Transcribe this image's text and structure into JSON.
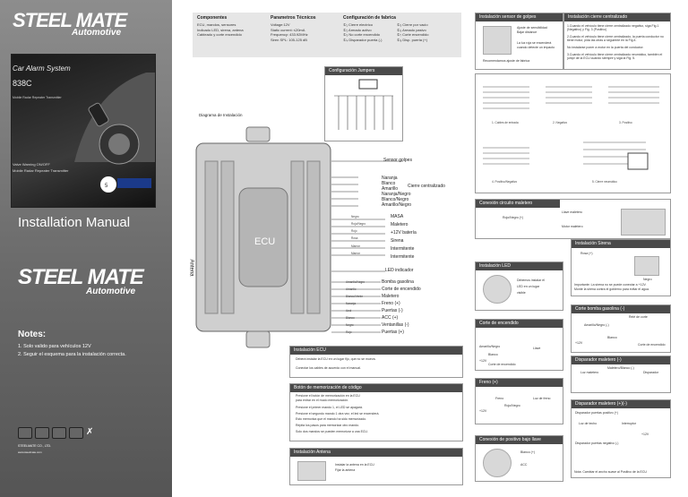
{
  "brand": {
    "name": "STEEL MATE",
    "sub": "Automotive"
  },
  "product": {
    "title": "Car Alarm System",
    "model": "838C",
    "subtitle": "Mobile Radar Repeater Transmitter",
    "feature1": "Valve Warning ON/OFF",
    "feature2": "Mobile Radar Repeater Transmitter"
  },
  "manual_title": "Installation Manual",
  "notes": {
    "title": "Notes:",
    "items": [
      "1. Solo valido para vehículos 12V",
      "2. Seguir el esquema para la instalación correcta."
    ]
  },
  "company": {
    "name": "STEELMATE CO., LTD.",
    "web": "www.steelmate.com"
  },
  "specs": {
    "components_title": "Componentes",
    "components": [
      "ECU, mandos, sensores",
      "Indicado LED, sirena, antena",
      "Cableado y corte encendido"
    ],
    "params_title": "Parametros Técnicos",
    "params": [
      "Voltage:12V",
      "Static current: ≤20mA",
      "Frequency: 433.92MHz",
      "Siren SPL: 105-125 dB"
    ],
    "config_title": "Configuración de fabrica",
    "config": [
      "①₁ Cierre electrico",
      "①₂ Armado activo",
      "①₃ No corte encendido",
      "①₄ Disparador puerta (-)",
      "①₅ Cierre por vacio",
      "①₆ Armado pasivo",
      "①₇ Corte encendido",
      "①₈ Disp. puerta (+)"
    ]
  },
  "jumper_title": "Configuración Jumpers",
  "diagram_title": "Diagrama de Instalación",
  "ecu_label": "ECU",
  "antenna_label": "Antena",
  "sensor_label": "Sensor golpes",
  "central_label": "Cierre centralizado",
  "wires_central": [
    "Naranja",
    "Blanco",
    "Amarillo",
    "Naranja/Negro",
    "Blanco/Negro",
    "Amarillo/Negro"
  ],
  "wires_power": [
    "Negro",
    "Rojo/Negro",
    "Rojo",
    "Rosa",
    "Marron",
    "Marron"
  ],
  "labels_power": [
    "MASA",
    "Maletero",
    "+12V batería",
    "Sirena",
    "Intermitente",
    "Intermitente"
  ],
  "led_label": "LED indicador",
  "wires_ign": [
    "Amarillo/Negro",
    "Amarillo",
    "Blanco/Verde",
    "Naranja",
    "Azul",
    "Blanco",
    "Negro",
    "Rojo"
  ],
  "labels_ign": [
    "Bomba gasolina",
    "Corte de encendido",
    "Maletero",
    "Freno (+)",
    "Puertas (-)",
    "ACC (+)",
    "Ventanillas (-)",
    "Puertas (+)"
  ],
  "panels": {
    "ecu_install": {
      "title": "Instalación ECU",
      "lines": [
        "Deberá instalar la ECU en un lugar fijo, que no se mueva.",
        "Conectar los cables de acuerdo con el manual."
      ]
    },
    "memo": {
      "title": "Botón de memorización de código",
      "lines": [
        "Presione el botón de memorización en la ECU",
        "para entrar en el modo memorización.",
        "Presione el primer mando 1, el LED se apagará.",
        "Presione el segundo mando 1 otra vez, el led se encenderá.",
        "Esto memoriza que el mando ha sido memorizado.",
        "Repita los pasos para memorizar otro mando.",
        "Solo dos mandos se pueden memorizar a una ECU."
      ]
    },
    "antenna": {
      "title": "Instalación Antena",
      "lines": [
        "Instalar la antena en la ECU",
        "Fijar la antena"
      ]
    },
    "shock": {
      "title": "Instalación sensor de golpes",
      "lines": [
        "Ajuste de sensibilidad",
        "Bajar distance",
        "La luz roja se encenderá",
        "cuando detecte un impacto",
        "Recomendamos ajuste de fabrica"
      ]
    },
    "central": {
      "title": "Instalación cierre centralizado",
      "lines": [
        "1.Cuando el vehículo tiene cierre centralizado negativo, siga Fig.1 (Negativo) y Fig. 3 (Positivo)",
        "2.Cuando el vehículo tiene cierre centralizado, la puerta conductor no tiene motor, pida las otras a seguiente en la Fig.4.",
        "No instalarse poner a motor en la puerta del conductor.",
        "3.Cuando el vehículo tiene cierre centralizado neumático, también el jumpr de la ECU cuando siempre y siga la Fig. 5."
      ],
      "figs": [
        "1. Cables de entrada",
        "2. Negativo",
        "3. Positivo",
        "4. Positivo/Negativo",
        "5. Cierre neumático"
      ]
    },
    "trunk": {
      "title": "Conexión circuito maletero",
      "lines": [
        "Rojo/Negro (+)",
        "Motor maletero",
        "Llave maletero"
      ]
    },
    "siren": {
      "title": "Instalación Sirena",
      "lines": [
        "Rosa (+)",
        "Negro",
        "Importante: La sirena no se puede conectar a +12V.",
        "Monte la sirena contra el gobierno para evitar el agua."
      ]
    },
    "led": {
      "title": "Instalación LED",
      "lines": [
        "Debemos instalar el",
        "LED en un lugar",
        "visible"
      ]
    },
    "fuel": {
      "title": "Corte bomba gasolina (-)",
      "lines": [
        "Amarillo/Negro (-)",
        "Relé de corte",
        "Blanco",
        "+12V",
        "Corte de encendido"
      ]
    },
    "ign": {
      "title": "Corte de encendido",
      "lines": [
        "Amarillo/Negro",
        "Blanco",
        "+12V",
        "Corte de encendido",
        "Llave"
      ]
    },
    "trig": {
      "title": "Disparador maletero (-)",
      "lines": [
        "Luz maletero",
        "Maletero/Blanco (-)",
        "Disparador"
      ]
    },
    "brake": {
      "title": "Freno (+)",
      "lines": [
        "Freno",
        "+12V",
        "Rojo/Negro",
        "Luz de freno"
      ]
    },
    "trigp": {
      "title": "Disparador maletero (+)(-)",
      "lines": [
        "Disparador puertas positivo (+)",
        "Luz de techo",
        "Interruptor",
        "+12V",
        "Disparador puertas negativo (-)",
        "Nota: Cambiar el ancho suave al Positivo de la ECU"
      ]
    },
    "pos": {
      "title": "Conexión de positivo bajo llave",
      "lines": [
        "Blanco (+)",
        "ACC"
      ]
    }
  }
}
